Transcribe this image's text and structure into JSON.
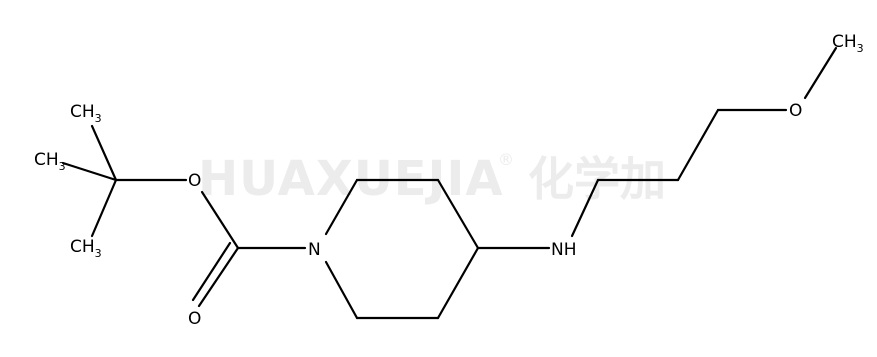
{
  "watermark": {
    "latin": "HUAXUEJIA",
    "registered": "®",
    "cjk": "化学加"
  },
  "atoms": {
    "ch3_top_left": {
      "base": "CH",
      "sub": "3"
    },
    "ch3_left": {
      "base": "CH",
      "sub": "3"
    },
    "ch3_bottom_left": {
      "base": "CH",
      "sub": "3"
    },
    "o_ester": {
      "base": "O"
    },
    "o_carbonyl": {
      "base": "O"
    },
    "n_ring": {
      "base": "N"
    },
    "nh": {
      "base": "NH"
    },
    "o_ether": {
      "base": "O"
    },
    "ch3_right": {
      "base": "CH",
      "sub": "3"
    }
  }
}
